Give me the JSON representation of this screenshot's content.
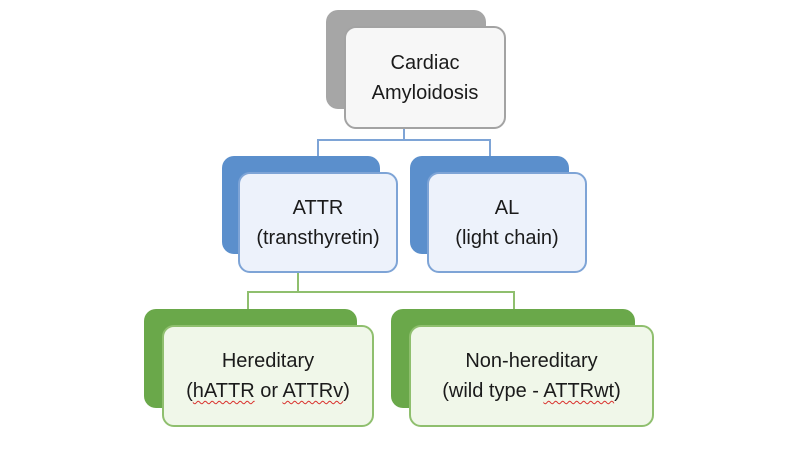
{
  "nodes": {
    "root": {
      "lines": [
        "Cardiac",
        "Amyloidosis"
      ],
      "fill": "#f7f7f7",
      "shadow": "#a6a6a6",
      "border": "#a3a3a3"
    },
    "attr": {
      "lines": [
        "ATTR",
        "(transthyretin)"
      ],
      "fill": "#edf2fb",
      "shadow": "#5b8fcc",
      "border": "#7ea4d6"
    },
    "al": {
      "lines": [
        "AL",
        "(light chain)"
      ],
      "fill": "#edf2fb",
      "shadow": "#5b8fcc",
      "border": "#7ea4d6"
    },
    "hereditary": {
      "line1": "Hereditary",
      "line2_pre": "(",
      "line2_mark1": "hATTR",
      "line2_mid": " or ",
      "line2_mark2": "ATTRv",
      "line2_post": ")",
      "fill": "#f0f7e9",
      "shadow": "#6aa84a",
      "border": "#8fbf6e"
    },
    "non_hereditary": {
      "line1": "Non-hereditary",
      "line2_pre": "(wild type - ",
      "line2_mark": "ATTRwt",
      "line2_post": ")",
      "fill": "#f0f7e9",
      "shadow": "#6aa84a",
      "border": "#8fbf6e"
    }
  },
  "connector_colors": {
    "level1": "#7ea4d6",
    "level2": "#8fbf6e"
  }
}
